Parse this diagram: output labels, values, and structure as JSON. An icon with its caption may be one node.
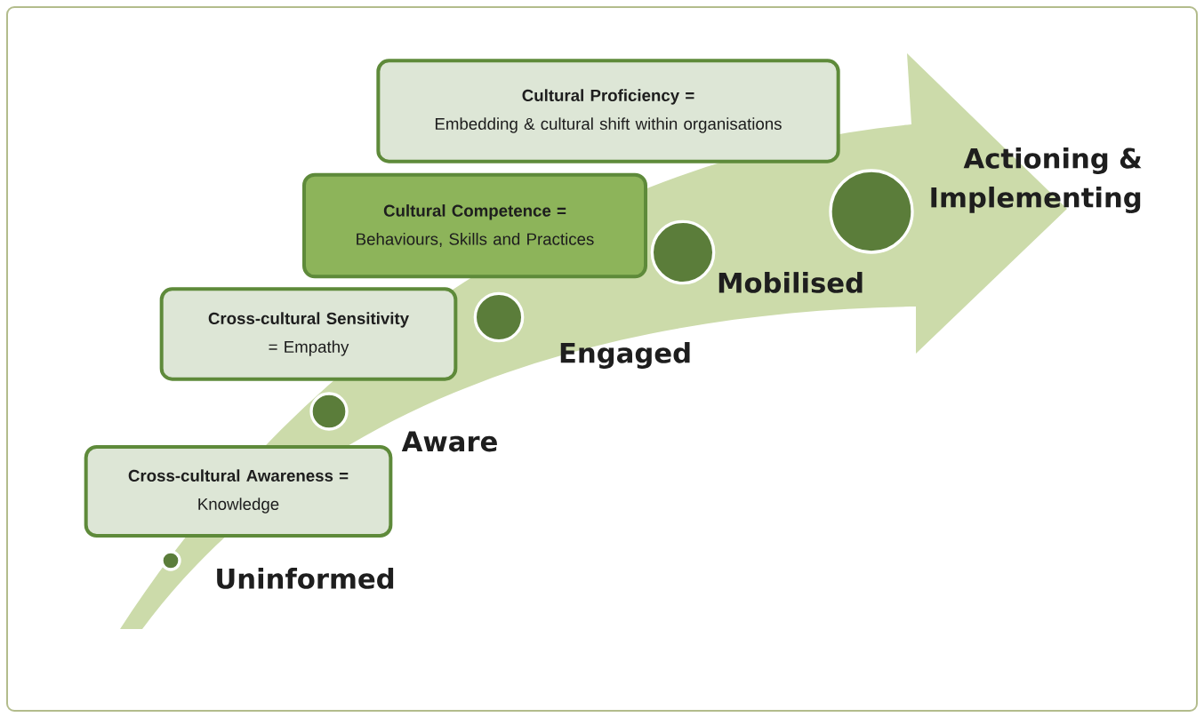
{
  "diagram": {
    "nodes": [
      {
        "text": [
          "Cultural Proficiency =",
          "Embedding & cultural shift within organisations"
        ]
      },
      {
        "text": [
          "Cultural Competence =",
          "Behaviours, Skills and Practices"
        ]
      },
      {
        "text": [
          "Cross-cultural Sensitivity",
          "= Empathy"
        ]
      },
      {
        "text": [
          "Cross-cultural Awareness =",
          "Knowledge"
        ]
      },
      {
        "text": [],
        "shape": "circle"
      },
      {
        "text": [],
        "shape": "circle"
      },
      {
        "text": [],
        "shape": "circle"
      },
      {
        "text": [],
        "shape": "circle"
      },
      {
        "text": [],
        "shape": "circle"
      }
    ],
    "labels": [
      "Actioning & Implementing",
      "Mobilised",
      "Engaged",
      "Aware",
      "Uninformed"
    ]
  }
}
